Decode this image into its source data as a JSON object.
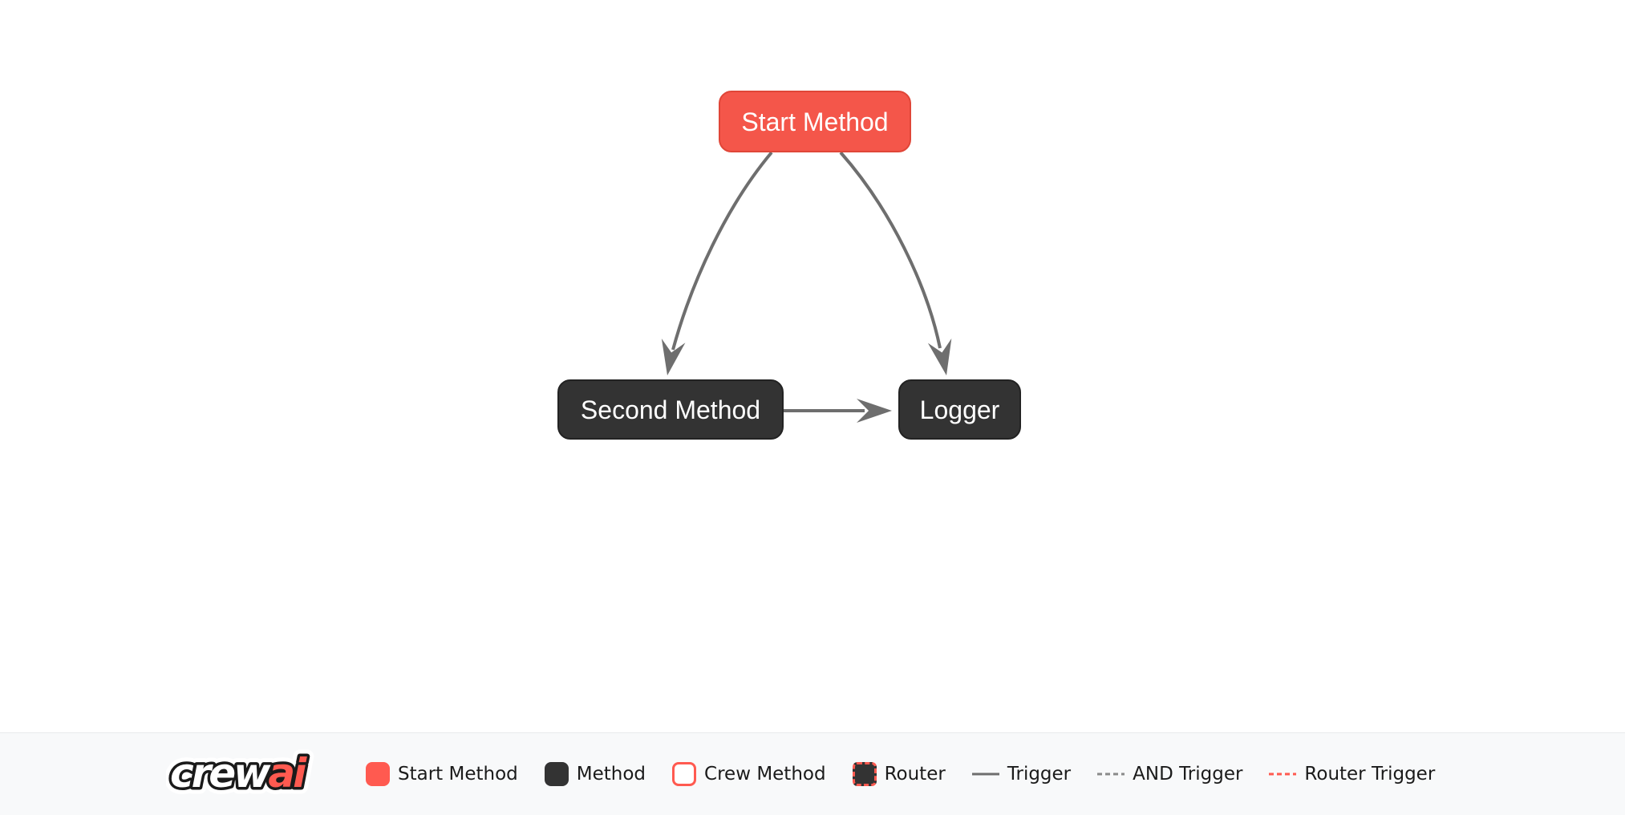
{
  "diagram": {
    "nodes": [
      {
        "id": "start_method",
        "label": "Start Method",
        "type": "start-method"
      },
      {
        "id": "second_method",
        "label": "Second Method",
        "type": "method"
      },
      {
        "id": "logger",
        "label": "Logger",
        "type": "method"
      }
    ],
    "edges": [
      {
        "from": "start_method",
        "to": "second_method",
        "type": "trigger"
      },
      {
        "from": "start_method",
        "to": "logger",
        "type": "trigger"
      },
      {
        "from": "second_method",
        "to": "logger",
        "type": "trigger"
      }
    ]
  },
  "legend": {
    "logo": {
      "crew": "crew",
      "ai": "ai"
    },
    "items": [
      {
        "label": "Start Method",
        "swatch": "start-method-swatch"
      },
      {
        "label": "Method",
        "swatch": "method-swatch"
      },
      {
        "label": "Crew Method",
        "swatch": "crew-method-swatch"
      },
      {
        "label": "Router",
        "swatch": "router-swatch"
      },
      {
        "label": "Trigger",
        "swatch": "trigger-line"
      },
      {
        "label": "AND Trigger",
        "swatch": "and-trigger-line"
      },
      {
        "label": "Router Trigger",
        "swatch": "router-trigger-line"
      }
    ]
  },
  "colors": {
    "start_fill": "#F4564A",
    "start_border": "#E04638",
    "method_fill": "#333333",
    "method_border": "#232323",
    "edge": "#6E6E6E",
    "accent": "#FF5A50",
    "legend_bg": "#F8F9FA",
    "legend_border": "#E8EAEC",
    "legend_text": "#1B1B1B",
    "node_text": "#FFFFFF"
  }
}
